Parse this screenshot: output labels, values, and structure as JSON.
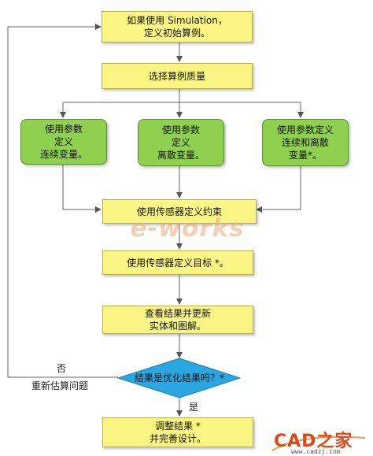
{
  "boxes": {
    "init": "如果使用 Simulation，\n定义初始算例。",
    "quality": "选择算例质量",
    "cont_vars": "使用参数\n定义\n连续变量。",
    "disc_vars": "使用参数\n定义\n离散变量。",
    "mixed_vars": "使用参数定义\n连续和离散\n变量*。",
    "constraints": "使用传感器定义约束",
    "goals": "使用传感器定义目标 *。",
    "review": "查看结果并更新\n实体和图解。",
    "decision": "结果是优化结果吗？*",
    "adjust": "调整结果 *\n并完善设计。"
  },
  "labels": {
    "no": "否",
    "reestimate": "重新估算问题",
    "yes": "是"
  },
  "watermarks": {
    "eworks": "e-works",
    "cad_brand": "CAD之家",
    "cad_url": "www.cadzj.com"
  },
  "colors": {
    "process_fill": "#fbf584",
    "variable_fill": "#8fd04e",
    "decision_fill": "#2aa6e0",
    "arrow": "#555555"
  }
}
